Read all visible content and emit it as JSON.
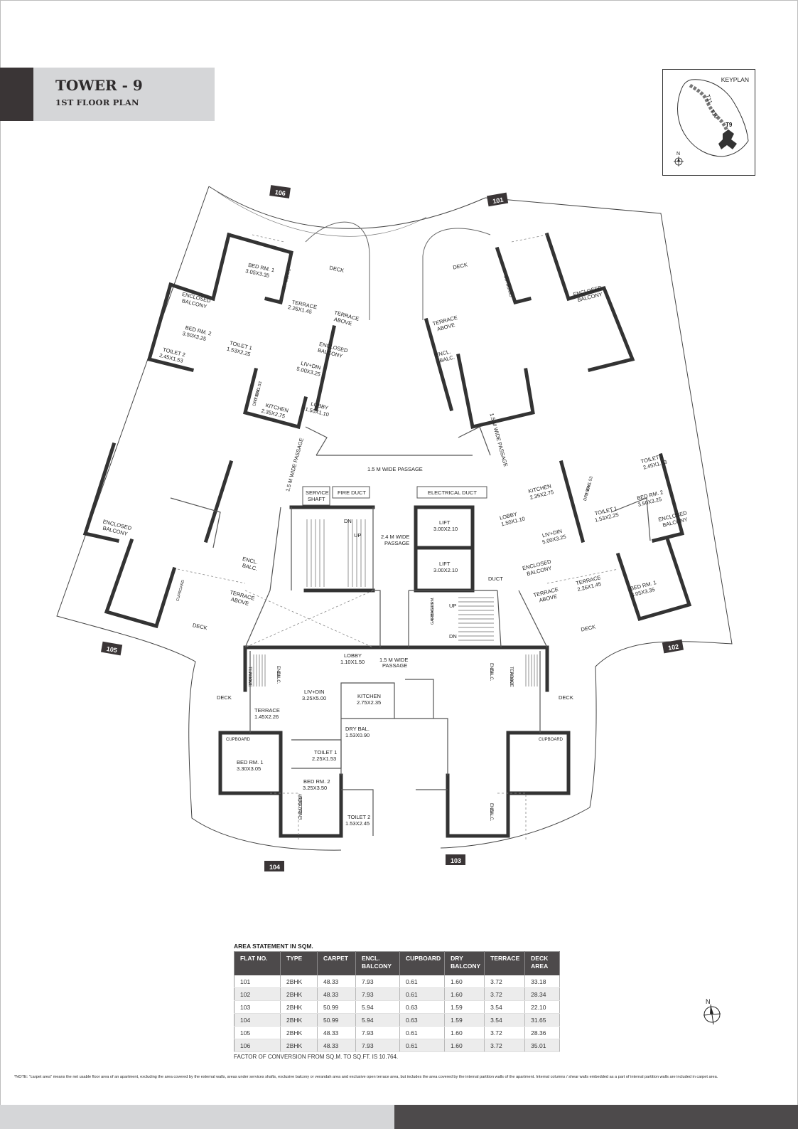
{
  "header": {
    "title": "TOWER - 9",
    "subtitle": "1ST FLOOR PLAN"
  },
  "keyplan": {
    "label": "KEYPLAN",
    "towers": [
      "T11",
      "T10",
      "T9"
    ],
    "north": "N"
  },
  "flat_tags": [
    "106",
    "101",
    "105",
    "102",
    "104",
    "103"
  ],
  "rooms": {
    "bed1_106": [
      "BED RM. 1",
      "3.05X3.35"
    ],
    "cupboard": "CUPBOARD",
    "terrace_106": [
      "TERRACE",
      "2.26X1.45"
    ],
    "terrace_above": [
      "TERRACE",
      "ABOVE"
    ],
    "deck": "DECK",
    "enclosed_balcony": [
      "ENCLOSED",
      "BALCONY"
    ],
    "bed2_106": [
      "BED RM. 2",
      "3.50X3.25"
    ],
    "toilet1_106": [
      "TOILET 1",
      "1.53X2.25"
    ],
    "toilet2_106": [
      "TOILET 2",
      "2.45X1.53"
    ],
    "livdin_106": [
      "LIV+DIN",
      "5.00X3.25"
    ],
    "drybal_106": [
      "DRY BAL.",
      "0.90X1.53"
    ],
    "kitchen_106": [
      "KITCHEN",
      "2.35X2.75"
    ],
    "lobby_106": [
      "LOBBY",
      "1.50X1.10"
    ],
    "passage_15": "1.5 M WIDE PASSAGE",
    "passage_15b": "1.5 M  WIDE PASSAGE",
    "service_shaft": [
      "SERVICE",
      "SHAFT"
    ],
    "fire_duct": "FIRE DUCT",
    "electrical_duct": "ELECTRICAL DUCT",
    "dn": "DN",
    "up": "UP",
    "passage_24": [
      "2.4 M WIDE",
      "PASSAGE"
    ],
    "lift": "LIFT",
    "lift_size": "3.00X2.10",
    "duct": "DUCT",
    "garbage_rm": [
      "GARBAGE RM.",
      "1.65X1.65"
    ],
    "encl_balc": [
      "ENCL.",
      "BALC."
    ],
    "kitchen_102": [
      "KITCHEN",
      "2.35X2.75"
    ],
    "drybal_102": [
      "DRY BAL.",
      "0.90X1.53"
    ],
    "toilet2_102": [
      "TOILET 2",
      "2.45X1.53"
    ],
    "bed2_102": [
      "BED RM. 2",
      "3.50X3.25"
    ],
    "toilet1_102": [
      "TOILET 1",
      "1.53X2.25"
    ],
    "lobby_102": [
      "LOBBY",
      "1.50X1.10"
    ],
    "livdin_102": [
      "LIV+DIN",
      "5.00X3.25"
    ],
    "terrace_102": [
      "TERRACE",
      "2.26X1.45"
    ],
    "bed1_102": [
      "BED RM. 1",
      "3.05X3.35"
    ],
    "lobby_104": [
      "LOBBY",
      "1.10X1.50"
    ],
    "passage_15c": [
      "1.5 M WIDE",
      "PASSAGE"
    ],
    "livdin_104": [
      "LIV+DIN",
      "3.25X5.00"
    ],
    "kitchen_104": [
      "KITCHEN",
      "2.75X2.35"
    ],
    "terrace_104": [
      "TERRACE",
      "1.45X2.26"
    ],
    "drybal_104": [
      "DRY BAL.",
      "1.53X0.90"
    ],
    "bed1_104": [
      "BED RM. 1",
      "3.30X3.05"
    ],
    "toilet1_104": [
      "TOILET 1",
      "2.25X1.53"
    ],
    "bed2_104": [
      "BED RM. 2",
      "3.25X3.50"
    ],
    "toilet2_104": [
      "TOILET 2",
      "1.53X2.45"
    ]
  },
  "area_statement": {
    "title": "AREA STATEMENT IN SQM.",
    "headers": [
      [
        "FLAT NO."
      ],
      [
        "TYPE"
      ],
      [
        "CARPET"
      ],
      [
        "ENCL.",
        "BALCONY"
      ],
      [
        "CUPBOARD"
      ],
      [
        "DRY",
        "BALCONY"
      ],
      [
        "TERRACE"
      ],
      [
        "DECK",
        "AREA"
      ]
    ],
    "rows": [
      [
        "101",
        "2BHK",
        "48.33",
        "7.93",
        "0.61",
        "1.60",
        "3.72",
        "33.18"
      ],
      [
        "102",
        "2BHK",
        "48.33",
        "7.93",
        "0.61",
        "1.60",
        "3.72",
        "28.34"
      ],
      [
        "103",
        "2BHK",
        "50.99",
        "5.94",
        "0.63",
        "1.59",
        "3.54",
        "22.10"
      ],
      [
        "104",
        "2BHK",
        "50.99",
        "5.94",
        "0.63",
        "1.59",
        "3.54",
        "31.65"
      ],
      [
        "105",
        "2BHK",
        "48.33",
        "7.93",
        "0.61",
        "1.60",
        "3.72",
        "28.36"
      ],
      [
        "106",
        "2BHK",
        "48.33",
        "7.93",
        "0.61",
        "1.60",
        "3.72",
        "35.01"
      ]
    ],
    "conversion": "FACTOR OF CONVERSION FROM SQ.M. TO SQ.FT. IS 10.764."
  },
  "north": "N",
  "note": "*NOTE: \"carpet area\" means the net usable floor area of an apartment, excluding the area covered by the external walls, areas under services shafts, exclusive balcony or verandah area and exclusive open terrace area, but includes the area covered by the internal partition walls of the apartment. Internal columns / shear walls embedded as a part of internal partition walls are included in carpet area."
}
